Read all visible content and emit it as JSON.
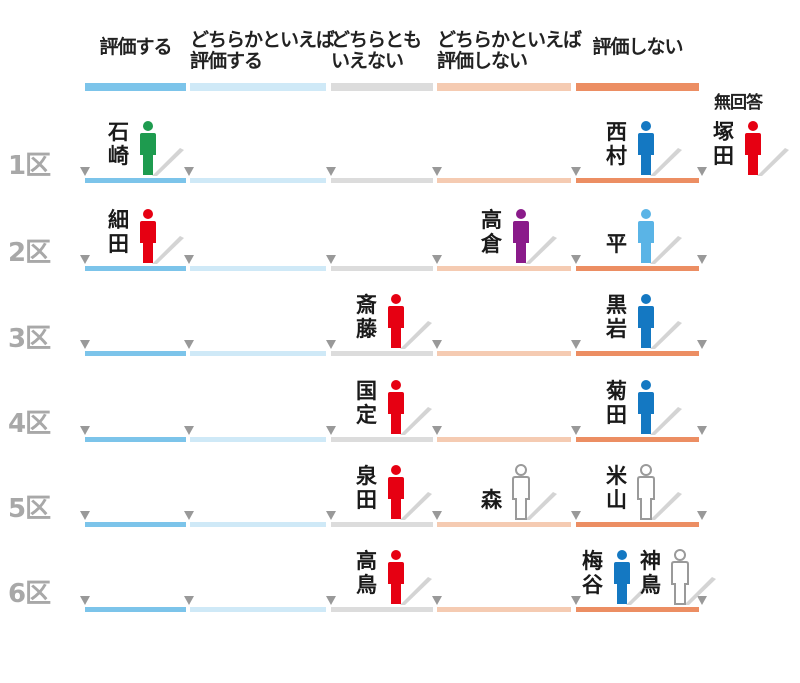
{
  "header": {
    "categories": [
      {
        "lines": [
          "評価する"
        ],
        "color": "#7cc4ea"
      },
      {
        "lines": [
          "どちらかといえば",
          "評価する"
        ],
        "color": "#cfe9f7"
      },
      {
        "lines": [
          "どちらとも",
          "いえない"
        ],
        "color": "#dcdcdc"
      },
      {
        "lines": [
          "どちらかといえば",
          "評価しない"
        ],
        "color": "#f5cbb2"
      },
      {
        "lines": [
          "評価しない"
        ],
        "color": "#ec8e63"
      }
    ],
    "no_answer": "無回答"
  },
  "rows": [
    {
      "district": "1区",
      "candidates": [
        {
          "name": [
            "石",
            "崎"
          ],
          "category": 0,
          "color": "#1e9b4f",
          "filled": true
        },
        {
          "name": [
            "西",
            "村"
          ],
          "category": 4,
          "color": "#1478c2",
          "filled": true
        },
        {
          "name": [
            "塚",
            "田"
          ],
          "category": 5,
          "color": "#e60012",
          "filled": true
        }
      ]
    },
    {
      "district": "2区",
      "candidates": [
        {
          "name": [
            "細",
            "田"
          ],
          "category": 0,
          "color": "#e60012",
          "filled": true
        },
        {
          "name": [
            "高",
            "倉"
          ],
          "category": 3,
          "color": "#8a1b8a",
          "filled": true
        },
        {
          "name": [
            "平"
          ],
          "category": 4,
          "color": "#5ab4e6",
          "filled": true
        }
      ]
    },
    {
      "district": "3区",
      "candidates": [
        {
          "name": [
            "斎",
            "藤"
          ],
          "category": 2,
          "color": "#e60012",
          "filled": true
        },
        {
          "name": [
            "黒",
            "岩"
          ],
          "category": 4,
          "color": "#1478c2",
          "filled": true
        }
      ]
    },
    {
      "district": "4区",
      "candidates": [
        {
          "name": [
            "国",
            "定"
          ],
          "category": 2,
          "color": "#e60012",
          "filled": true
        },
        {
          "name": [
            "菊",
            "田"
          ],
          "category": 4,
          "color": "#1478c2",
          "filled": true
        }
      ]
    },
    {
      "district": "5区",
      "candidates": [
        {
          "name": [
            "泉",
            "田"
          ],
          "category": 2,
          "color": "#e60012",
          "filled": true
        },
        {
          "name": [
            "森"
          ],
          "category": 3,
          "color": "#9a9a9a",
          "filled": false
        },
        {
          "name": [
            "米",
            "山"
          ],
          "category": 4,
          "color": "#9a9a9a",
          "filled": false
        }
      ]
    },
    {
      "district": "6区",
      "candidates": [
        {
          "name": [
            "高",
            "鳥"
          ],
          "category": 2,
          "color": "#e60012",
          "filled": true
        },
        {
          "name": [
            "梅",
            "谷"
          ],
          "category": 4,
          "color": "#1478c2",
          "filled": true,
          "slot": 0
        },
        {
          "name": [
            "神",
            "鳥"
          ],
          "category": 4,
          "color": "#9a9a9a",
          "filled": false,
          "slot": 1
        }
      ]
    }
  ]
}
